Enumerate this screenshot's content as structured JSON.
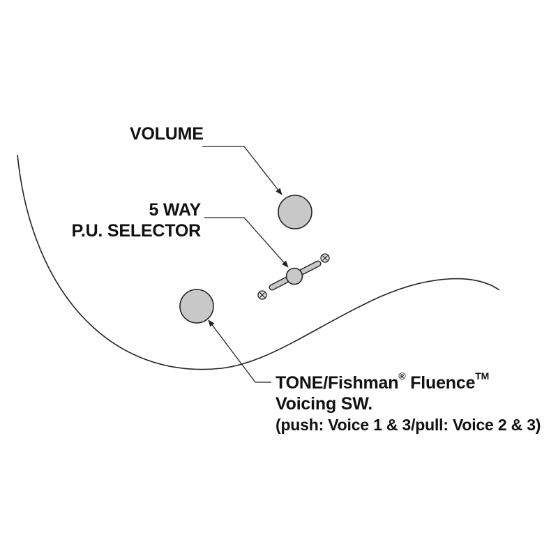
{
  "labels": {
    "volume": "VOLUME",
    "selector_line1": "5 WAY",
    "selector_line2": "P.U. SELECTOR",
    "tone_prefix": "TONE/Fishman",
    "tone_reg": "®",
    "tone_name": " Fluence",
    "tone_tm": "TM",
    "tone_line2": "Voicing SW.",
    "tone_line3": "(push: Voice 1 & 3/pull: Voice 2 & 3)"
  },
  "colors": {
    "knob_fill": "#c8c8c8",
    "line": "#222222",
    "text": "#111111"
  }
}
